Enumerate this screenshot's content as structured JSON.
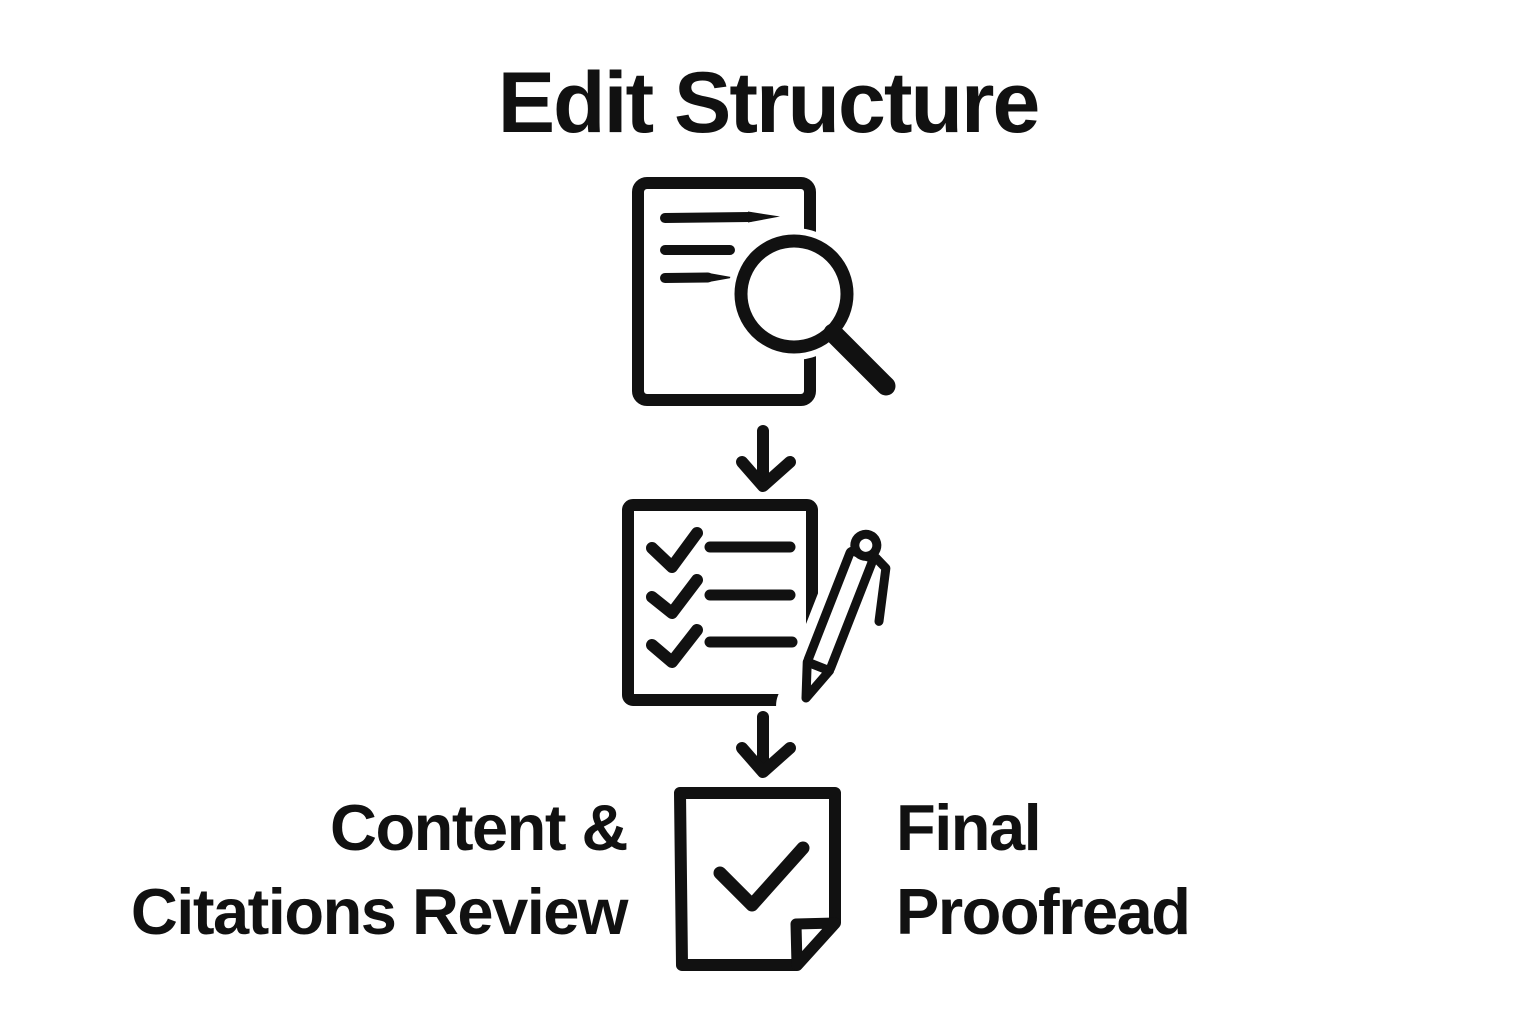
{
  "diagram": {
    "title": "Edit Structure",
    "steps": [
      {
        "name": "edit-structure-step",
        "icon": "document-search-icon"
      },
      {
        "name": "checklist-edit-step",
        "icon": "checklist-pen-icon"
      },
      {
        "name": "final-review-step",
        "icon": "page-check-icon",
        "left_label_lines": [
          "Content &",
          "Citations Review"
        ],
        "right_label_lines": [
          "Final",
          "Proofread"
        ]
      }
    ],
    "connector_icon": "down-arrow-icon",
    "connector_count": 2
  },
  "colors": {
    "ink": "#111111",
    "background": "#ffffff"
  }
}
